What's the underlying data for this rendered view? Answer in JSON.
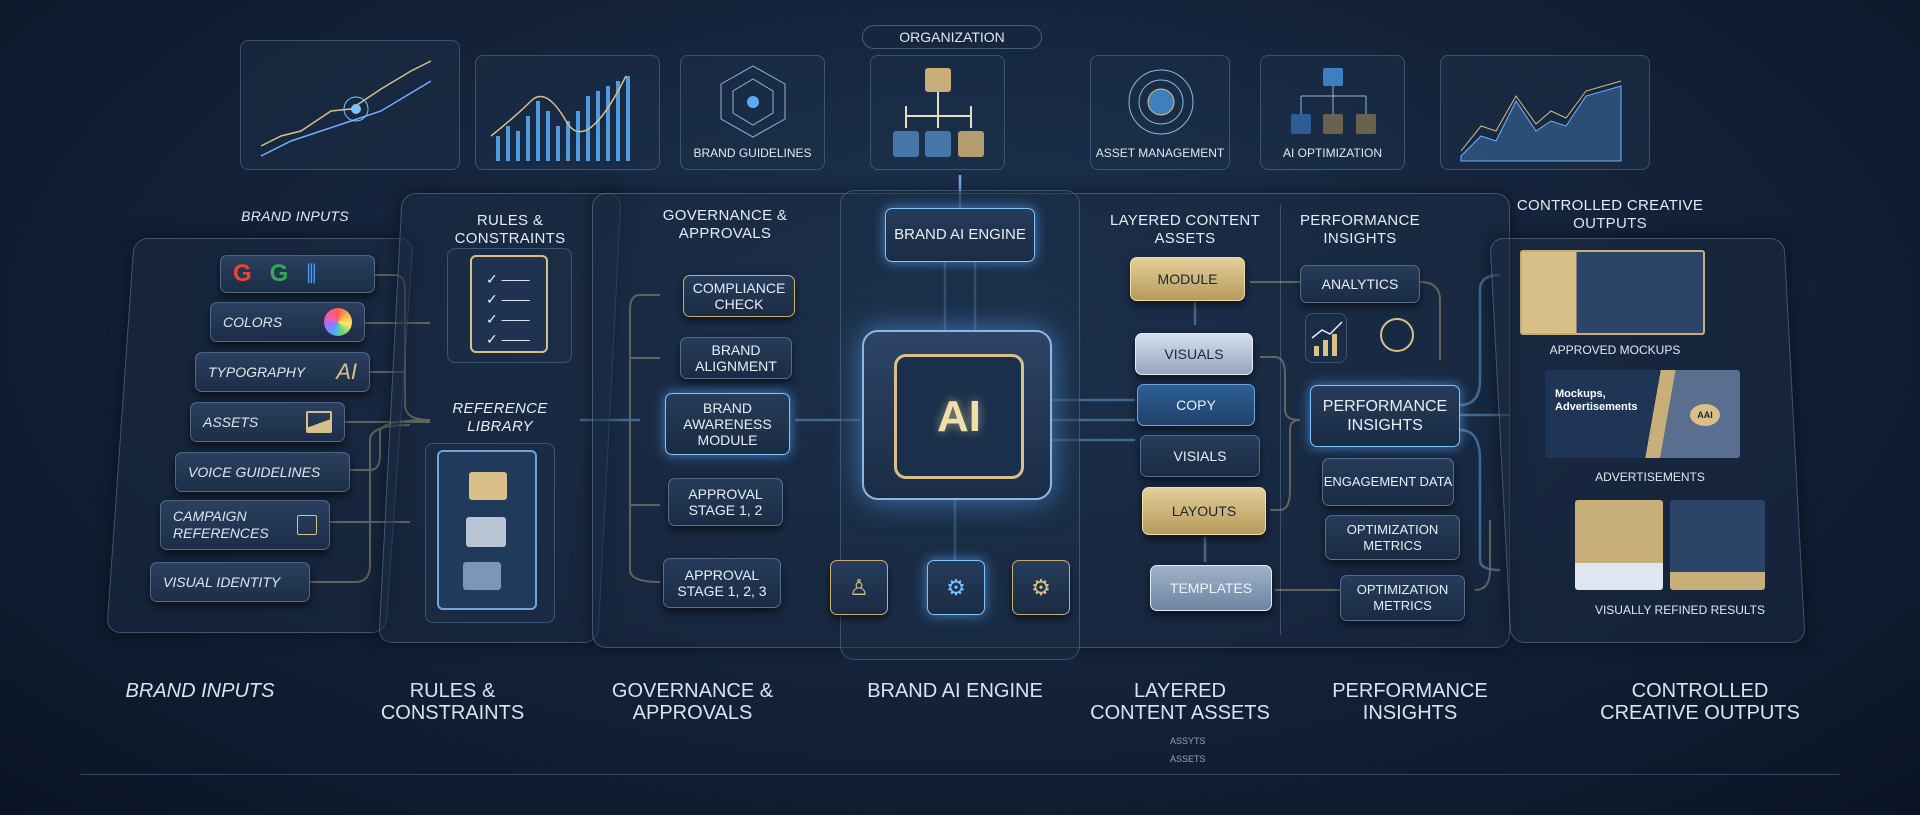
{
  "top_strip": {
    "organization_label": "ORGANIZATION",
    "panels": [
      {
        "label": "BRAND GUIDELINES",
        "icon": "radar-chart-icon"
      },
      {
        "label": "ASSET MANAGEMENT",
        "icon": "network-globe-icon"
      },
      {
        "label": "AI OPTIMIZATION",
        "icon": "flow-tree-icon"
      }
    ]
  },
  "brand_inputs": {
    "title": "BRAND INPUTS",
    "items": [
      {
        "label": "",
        "icon": "google-logo-icon"
      },
      {
        "label": "COLORS",
        "icon": "color-wheel-icon"
      },
      {
        "label": "TYPOGRAPHY",
        "icon": "ai-type-icon",
        "glyph": "Ai"
      },
      {
        "label": "ASSETS",
        "icon": "image-icon"
      },
      {
        "label": "VOICE GUIDELINES"
      },
      {
        "label": "CAMPAIGN REFERENCES",
        "icon": "campaign-icon"
      },
      {
        "label": "VISUAL IDENTITY"
      }
    ]
  },
  "rules": {
    "title": "RULES & CONSTRAINTS",
    "library_title": "REFERENCE LIBRARY"
  },
  "governance": {
    "title": "GOVERNANCE & APPROVALS",
    "steps": [
      "COMPLIANCE CHECK",
      "BRAND ALIGNMENT",
      "BRAND AWARENESS MODULE",
      "APPROVAL STAGE 1, 2",
      "APPROVAL STAGE 1, 2, 3"
    ]
  },
  "engine": {
    "title": "BRAND AI ENGINE",
    "chip_label": "AI"
  },
  "layered": {
    "title": "LAYERED CONTENT ASSETS",
    "items": [
      "MODULE",
      "VISUALS",
      "COPY",
      "VISIALS",
      "LAYOUTS",
      "TEMPLATES"
    ]
  },
  "performance": {
    "title": "PERFORMANCE INSIGHTS",
    "analytics": "ANALYTICS",
    "main": "PERFORMANCE INSIGHTS",
    "engagement": "ENGAGEMENT DATA",
    "metrics1": "OPTIMIZATION METRICS",
    "metrics2": "OPTIMIZATION METRICS"
  },
  "outputs": {
    "title": "CONTROLLED CREATIVE OUTPUTS",
    "approved": "APPROVED MOCKUPS",
    "ad_heading": "Mockups, Advertisements",
    "ad_badge": "AAI",
    "advertisements": "ADVERTISEMENTS",
    "refined": "VISUALLY REFINED RESULTS"
  },
  "bottom_labels": [
    "BRAND INPUTS",
    "RULES & CONSTRAINTS",
    "GOVERNANCE & APPROVALS",
    "BRAND AI ENGINE",
    "LAYERED CONTENT ASSETS",
    "PERFORMANCE INSIGHTS",
    "CONTROLLED CREATIVE OUTPUTS"
  ],
  "footer": {
    "assets1": "ASSYTS",
    "assets2": "ASSETS"
  },
  "colors": {
    "gold": "#d8c088",
    "glow_blue": "#7ec3ff",
    "navy": "#15253d"
  }
}
